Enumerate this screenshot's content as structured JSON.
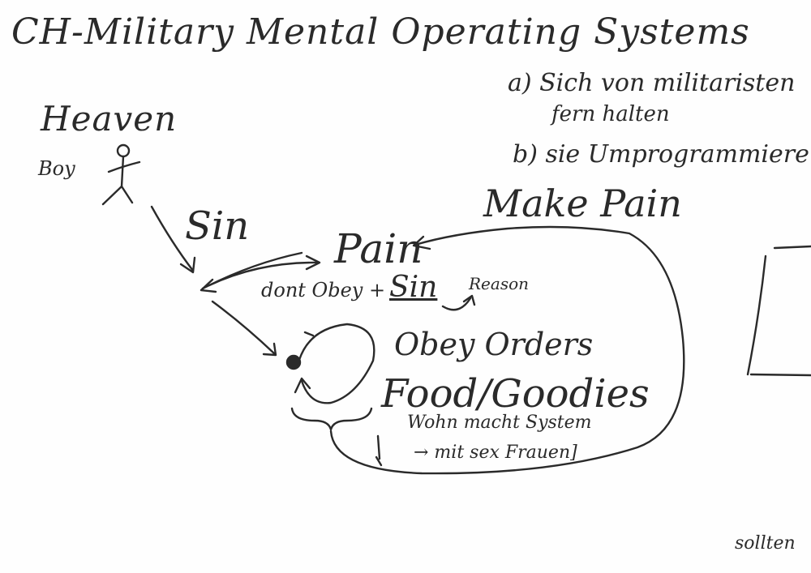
{
  "title": "CH-Military Mental Operating Systems",
  "heaven": {
    "label": "Heaven",
    "sub_label": "Boy"
  },
  "arrow_label": "Sin",
  "pain": "Pain",
  "dont_obey": "dont Obey +",
  "sin_underlined": "Sin",
  "reason": "Reason",
  "make_pain": "Make Pain",
  "note_a_line1": "a) Sich von militaristen",
  "note_a_line2": "fern halten",
  "note_b": "b) sie Umprogrammieren",
  "obey_orders": "Obey Orders",
  "food_goodies": "Food/Goodies",
  "wohn_line": "Wohn macht System",
  "sex_line": "→ mit sex Frauen]",
  "sollten": "sollten"
}
